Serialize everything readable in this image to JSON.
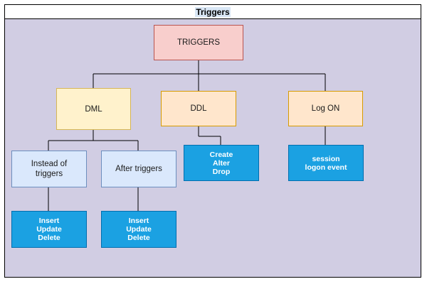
{
  "diagram": {
    "title": "Triggers",
    "nodes": {
      "root": "TRIGGERS",
      "dml": "DML",
      "ddl": "DDL",
      "logon": "Log ON",
      "instead_of": "Instead of\ntriggers",
      "after": "After triggers",
      "ddl_ops": "Create\nAlter\nDrop",
      "logon_event": "session\nlogon event",
      "instead_ops": "Insert\nUpdate\nDelete",
      "after_ops": "Insert\nUpdate\nDelete"
    },
    "colors": {
      "background": "#d1cde3",
      "root_fill": "#f8cecc",
      "dml_fill": "#fff2cc",
      "ddl_fill": "#ffe6cc",
      "child_fill": "#dae8fc",
      "leaf_fill": "#1ba1e2"
    }
  }
}
